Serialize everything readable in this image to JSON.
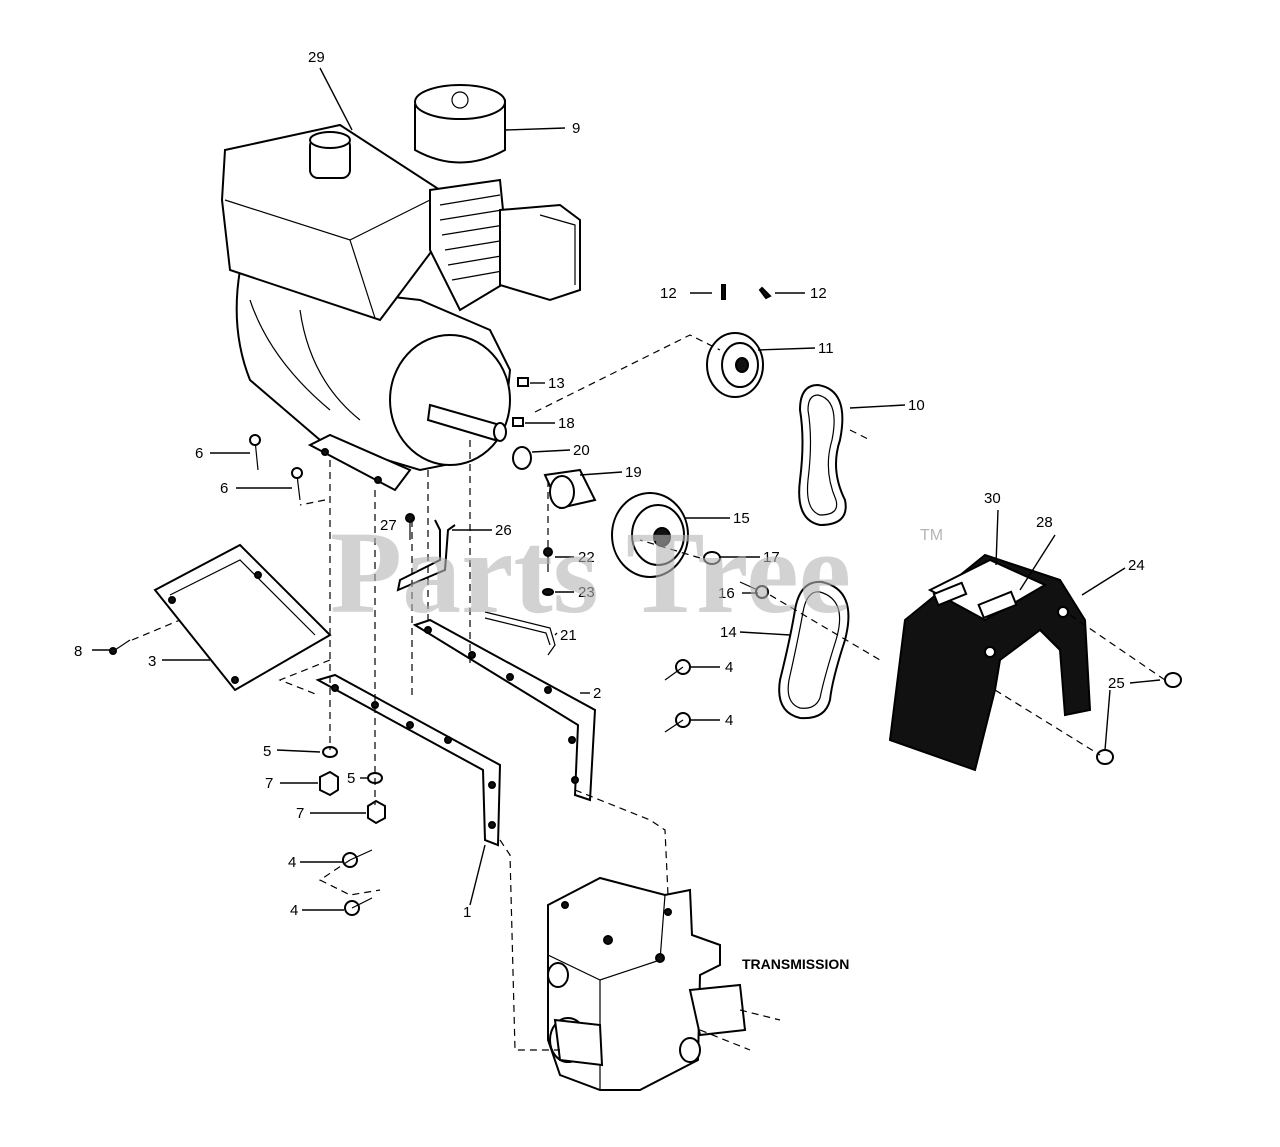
{
  "watermark": {
    "text": "Parts Tree",
    "tm": "TM"
  },
  "callouts": {
    "c29": "29",
    "c9": "9",
    "c12a": "12",
    "c12b": "12",
    "c11": "11",
    "c10": "10",
    "c13": "13",
    "c18": "18",
    "c20": "20",
    "c19": "19",
    "c15": "15",
    "c6a": "6",
    "c6b": "6",
    "c27": "27",
    "c26": "26",
    "c22": "22",
    "c17": "17",
    "c16": "16",
    "c23": "23",
    "c30": "30",
    "c28": "28",
    "c24": "24",
    "c14": "14",
    "c21": "21",
    "c8": "8",
    "c3": "3",
    "c2": "2",
    "c4a": "4",
    "c4b": "4",
    "c25": "25",
    "c5a": "5",
    "c7a": "7",
    "c5b": "5",
    "c7b": "7",
    "c4c": "4",
    "c4d": "4",
    "c1": "1"
  },
  "labels": {
    "transmission": "TRANSMISSION"
  }
}
